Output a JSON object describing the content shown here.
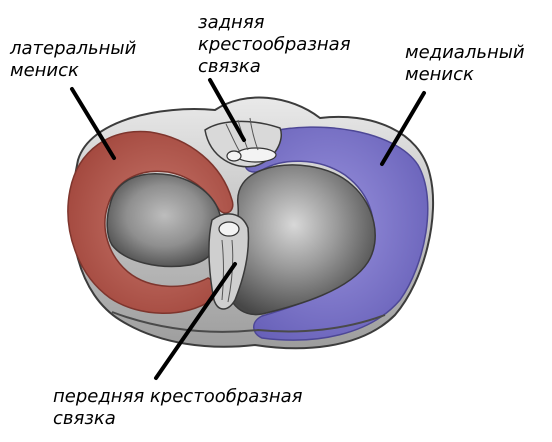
{
  "labels": {
    "lateral_meniscus": {
      "line1": "латеральный",
      "line2": "мениск"
    },
    "posterior_ligament": {
      "line1": "задняя",
      "line2": "крестообразная",
      "line3": "связка"
    },
    "medial_meniscus": {
      "line1": "медиальный",
      "line2": "мениск"
    },
    "anterior_ligament": {
      "line1": "передняя крестообразная",
      "line2": "связка"
    }
  },
  "colors": {
    "lateral_meniscus": "#b7574c",
    "medial_meniscus": "#7b73c8",
    "tibia_outline": "#3c3c3c",
    "cartilage_gray": "#8d8d8d",
    "pointer_line": "#000000"
  }
}
